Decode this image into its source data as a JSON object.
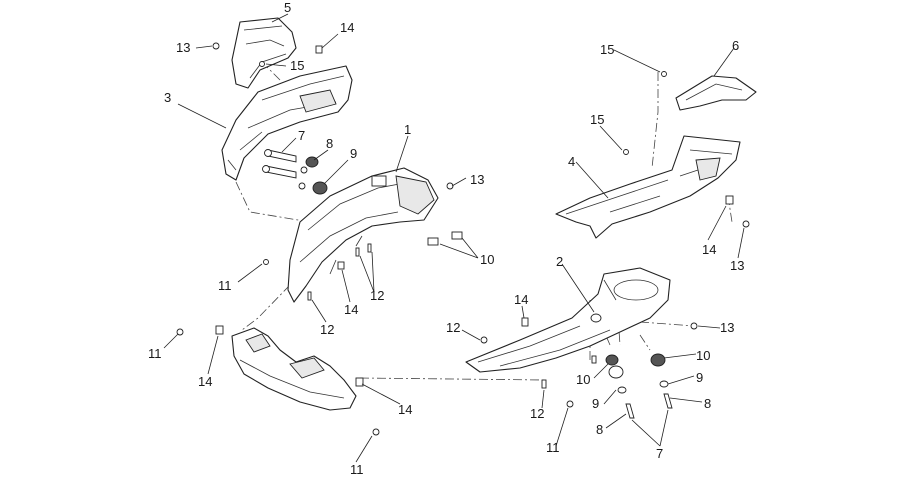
{
  "callouts": [
    {
      "id": "c-5",
      "text": "5"
    },
    {
      "id": "c-14a",
      "text": "14"
    },
    {
      "id": "c-13a",
      "text": "13"
    },
    {
      "id": "c-15a",
      "text": "15"
    },
    {
      "id": "c-3",
      "text": "3"
    },
    {
      "id": "c-7",
      "text": "7"
    },
    {
      "id": "c-8a",
      "text": "8"
    },
    {
      "id": "c-9a",
      "text": "9"
    },
    {
      "id": "c-1",
      "text": "1"
    },
    {
      "id": "c-13b",
      "text": "13"
    },
    {
      "id": "c-10a",
      "text": "10"
    },
    {
      "id": "c-11a",
      "text": "11"
    },
    {
      "id": "c-12a",
      "text": "12"
    },
    {
      "id": "c-12b",
      "text": "12"
    },
    {
      "id": "c-14b",
      "text": "14"
    },
    {
      "id": "c-11b",
      "text": "11"
    },
    {
      "id": "c-14c",
      "text": "14"
    },
    {
      "id": "c-14d",
      "text": "14"
    },
    {
      "id": "c-11c",
      "text": "11"
    },
    {
      "id": "c-15b",
      "text": "15"
    },
    {
      "id": "c-6",
      "text": "6"
    },
    {
      "id": "c-15c",
      "text": "15"
    },
    {
      "id": "c-4",
      "text": "4"
    },
    {
      "id": "c-14e",
      "text": "14"
    },
    {
      "id": "c-13c",
      "text": "13"
    },
    {
      "id": "c-2",
      "text": "2"
    },
    {
      "id": "c-14f",
      "text": "14"
    },
    {
      "id": "c-12c",
      "text": "12"
    },
    {
      "id": "c-13d",
      "text": "13"
    },
    {
      "id": "c-10b",
      "text": "10"
    },
    {
      "id": "c-10c",
      "text": "10"
    },
    {
      "id": "c-9b",
      "text": "9"
    },
    {
      "id": "c-9c",
      "text": "9"
    },
    {
      "id": "c-8b",
      "text": "8"
    },
    {
      "id": "c-8c",
      "text": "8"
    },
    {
      "id": "c-12d",
      "text": "12"
    },
    {
      "id": "c-11d",
      "text": "11"
    },
    {
      "id": "c-7b",
      "text": "7"
    }
  ]
}
